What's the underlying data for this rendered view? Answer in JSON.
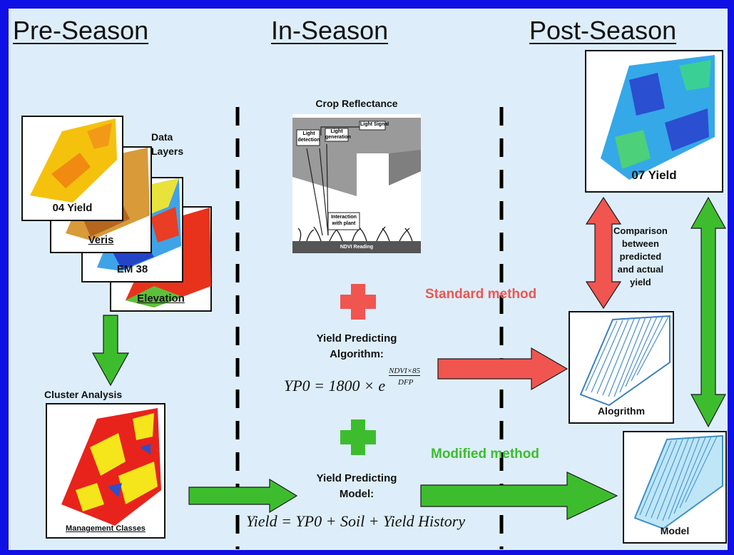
{
  "headers": {
    "pre_season": "Pre-Season",
    "in_season": "In-Season",
    "post_season": "Post-Season"
  },
  "pre_season": {
    "data_layers_label": "Data\nLayers",
    "layers": [
      "04 Yield",
      "Veris",
      "EM 38",
      "Elevation"
    ],
    "cluster_label": "Cluster Analysis",
    "management_caption": "Management Classes"
  },
  "in_season": {
    "crop_reflectance_title": "Crop Reflectance",
    "reflectance_labels": {
      "light_signal": "Light Signal",
      "light_detection": "Light\ndetection",
      "light_generation": "Light\ngeneration",
      "interaction": "Interaction\nwith plant",
      "ndvi_reading": "NDVI Reading"
    },
    "algorithm_label": "Yield Predicting\nAlgorithm:",
    "algorithm_formula": {
      "lhs": "YP0 = 1800 × e",
      "numerator": "NDVI×85",
      "denominator": "DFP"
    },
    "model_label": "Yield Predicting\nModel:",
    "model_formula": "Yield = YP0 + Soil + Yield History"
  },
  "methods": {
    "standard": "Standard method",
    "modified": "Modified method"
  },
  "post_season": {
    "yield_caption": "07 Yield",
    "comparison": "Comparison\nbetween\npredicted\nand actual\nyield",
    "algorithm_caption": "Alogrithm",
    "model_caption": "Model"
  },
  "colors": {
    "border": "#0f0fe6",
    "background": "#ddeefa",
    "green_arrow": "#3dbd2e",
    "red_arrow": "#f05550",
    "standard_text": "#f05550",
    "modified_text": "#3dbd2e"
  }
}
